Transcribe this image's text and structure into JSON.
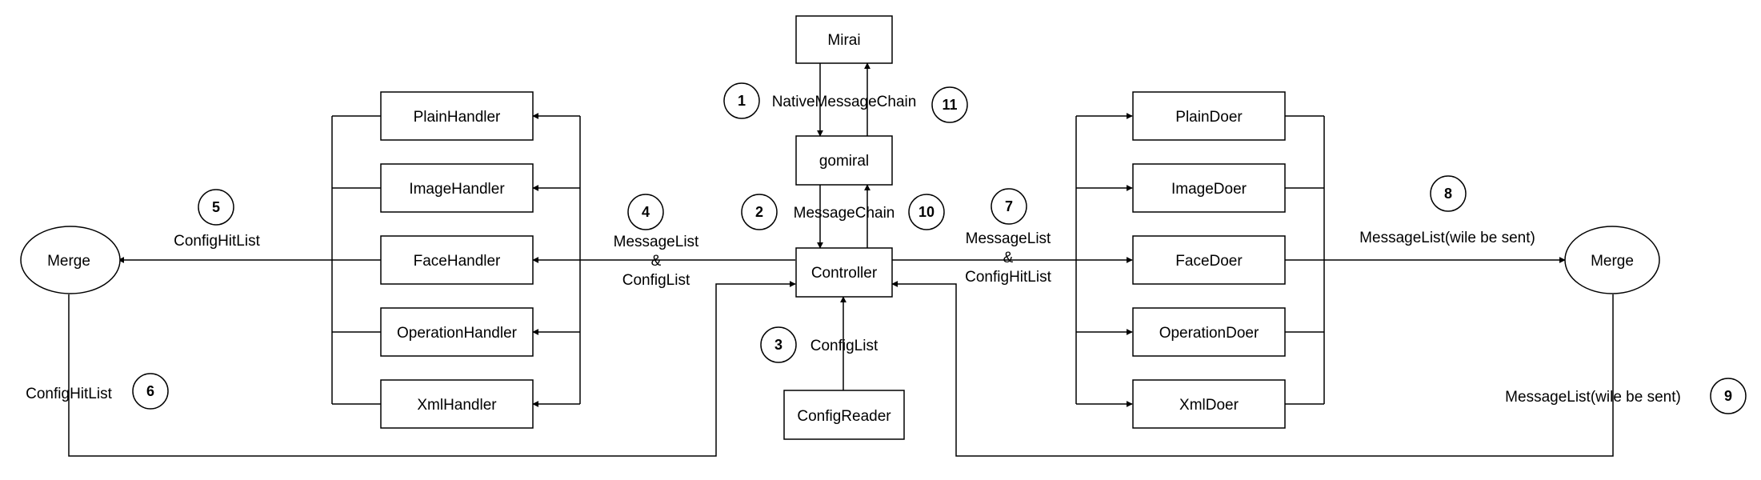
{
  "nodes": {
    "mirai": "Mirai",
    "gomiral": "gomiral",
    "controller": "Controller",
    "config_reader": "ConfigReader",
    "plain_handler": "PlainHandler",
    "image_handler": "ImageHandler",
    "face_handler": "FaceHandler",
    "operation_handler": "OperationHandler",
    "xml_handler": "XmlHandler",
    "plain_doer": "PlainDoer",
    "image_doer": "ImageDoer",
    "face_doer": "FaceDoer",
    "operation_doer": "OperationDoer",
    "xml_doer": "XmlDoer",
    "merge_left": "Merge",
    "merge_right": "Merge"
  },
  "labels": {
    "native_message_chain": "NativeMessageChain",
    "message_chain": "MessageChain",
    "config_list": "ConfigList",
    "left_message_list": "MessageList",
    "left_amp": "&",
    "left_config_list": "ConfigList",
    "right_message_list": "MessageList",
    "right_amp": "&",
    "right_config_hit_list": "ConfigHitList",
    "config_hit_list_top": "ConfigHitList",
    "config_hit_list_bottom": "ConfigHitList",
    "message_list_sent_top": "MessageList(wile be sent)",
    "message_list_sent_bottom": "MessageList(wile be sent)"
  },
  "steps": {
    "s1": "1",
    "s2": "2",
    "s3": "3",
    "s4": "4",
    "s5": "5",
    "s6": "6",
    "s7": "7",
    "s8": "8",
    "s9": "9",
    "s10": "10",
    "s11": "11"
  }
}
